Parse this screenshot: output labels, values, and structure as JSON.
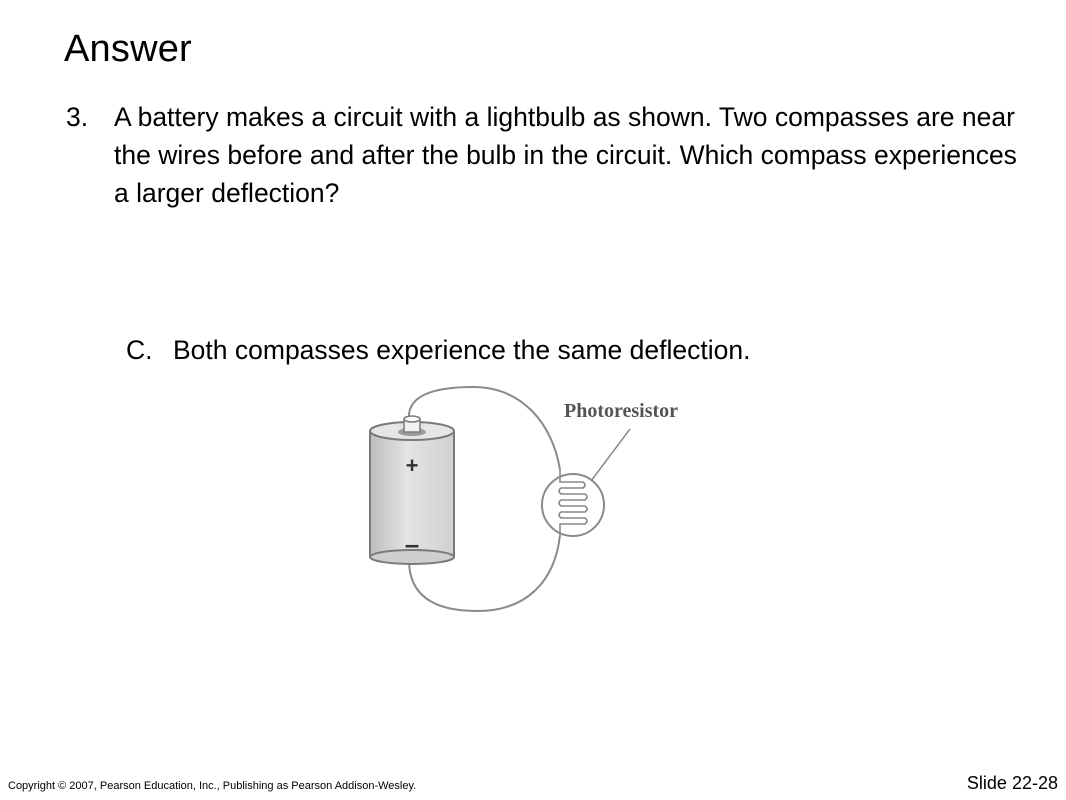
{
  "slide": {
    "title": "Answer",
    "question": {
      "number": "3.",
      "text": "A battery makes a circuit with a lightbulb as shown. Two compasses are near the wires before and after the bulb in the circuit. Which compass experiences a larger deflection?"
    },
    "answer": {
      "option": "C.",
      "text": "Both compasses experience the same deflection."
    },
    "diagram": {
      "label": "Photoresistor",
      "plus_sign": "+",
      "minus_sign": "–"
    },
    "footer": {
      "copyright": "Copyright © 2007, Pearson Education, Inc., Publishing as Pearson Addison-Wesley.",
      "slide_number": "Slide 22-28"
    }
  }
}
